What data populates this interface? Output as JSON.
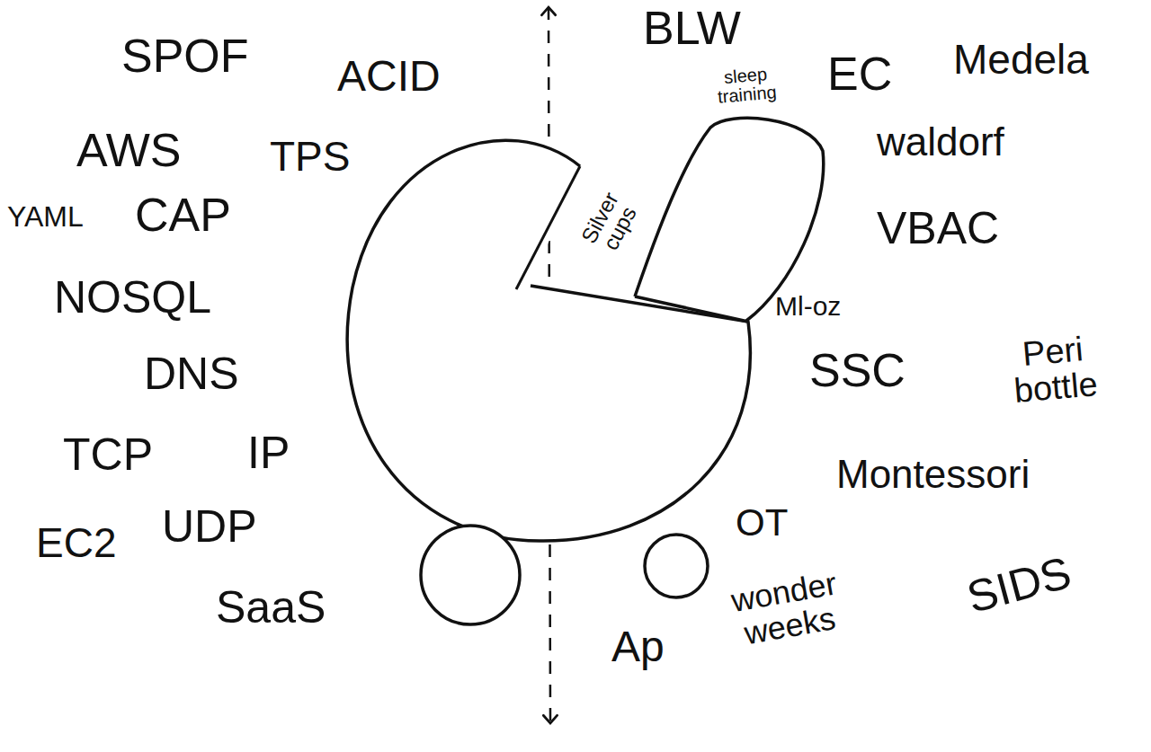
{
  "diagram": {
    "labels": [
      "SPOF",
      "ACID",
      "BLW",
      "sleep training",
      "EC",
      "Medela",
      "AWS",
      "TPS",
      "YAML",
      "CAP",
      "Silver cups",
      "waldorf",
      "VBAC",
      "NOSQL",
      "Ml-oz",
      "DNS",
      "SSC",
      "Peri bottle",
      "TCP",
      "IP",
      "Montessori",
      "EC2",
      "UDP",
      "OT",
      "SaaS",
      "Ap",
      "wonder weeks",
      "SIDS"
    ]
  }
}
